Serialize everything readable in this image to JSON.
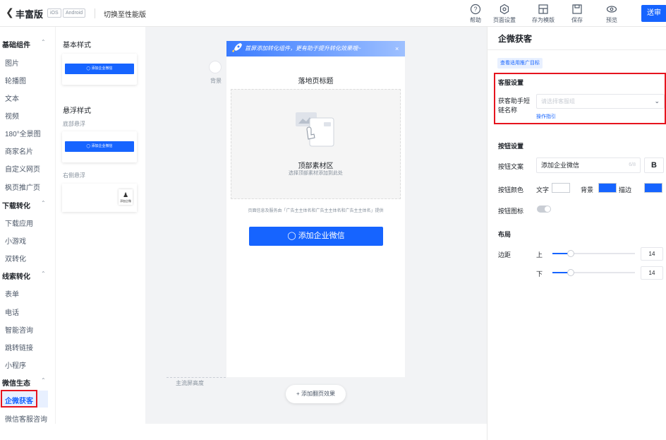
{
  "topbar": {
    "back_icon": "chevron-left-icon",
    "app_title": "丰富版",
    "os_tags": [
      "iOS",
      "Android"
    ],
    "switch_label": "切换至性能版",
    "tools": [
      {
        "icon": "help-icon",
        "label": "帮助"
      },
      {
        "icon": "page-settings-icon",
        "label": "页面设置"
      },
      {
        "icon": "template-icon",
        "label": "存为模版"
      },
      {
        "icon": "save-icon",
        "label": "保存"
      },
      {
        "icon": "eye-icon",
        "label": "预览"
      }
    ],
    "publish_label": "送审"
  },
  "nav": {
    "groups": [
      {
        "label": "基础组件",
        "items": [
          "图片",
          "轮播图",
          "文本",
          "视频",
          "180°全景图",
          "商家名片",
          "自定义网页",
          "枫页推广页"
        ]
      },
      {
        "label": "下载转化",
        "items": [
          "下载应用",
          "小游戏",
          "双转化"
        ]
      },
      {
        "label": "线索转化",
        "items": [
          "表单",
          "电话",
          "智能咨询",
          "跳转链接",
          "小程序"
        ]
      },
      {
        "label": "微信生态",
        "items": [
          "企微获客",
          "微信客服咨询"
        ]
      }
    ],
    "active_item": "企微获客"
  },
  "styles_panel": {
    "basic_title": "基本样式",
    "basic_button": "添加企业微信",
    "float_title": "悬浮样式",
    "bottom_float": "底部悬浮",
    "bottom_button": "添加企业微信",
    "right_float": "右侧悬浮",
    "right_button": "添加企微"
  },
  "canvas": {
    "bg_label": "背景",
    "banner_text": "首屏添加转化组件，更有助于提升转化效果哦~",
    "banner_close": "×",
    "page_title": "落地页标题",
    "material_title": "顶部素材区",
    "material_sub": "选择顶部素材添加到此处",
    "footnote": "页面信息及服务由「广告主主体名和广告主主体名和广告主主体名」提供",
    "wx_button": "添加企业微信",
    "fold_label": "主流屏高度",
    "add_flip": "+ 添加翻页效果"
  },
  "right_panel": {
    "title": "企微获客",
    "target_tag": "查看适用推广目标",
    "service_section": "客服设置",
    "short_link_label": "获客助手短链名称",
    "short_link_placeholder": "请选择客服组",
    "guide_link": "操作指引",
    "button_section": "按钮设置",
    "button_text_label": "按钮文案",
    "button_text_value": "添加企业微信",
    "button_text_count": "6/8",
    "bold_label": "B",
    "button_color_label": "按钮颜色",
    "text_color_label": "文字",
    "bg_color_label": "背景",
    "border_color_label": "描边",
    "colors": {
      "text": "#ffffff",
      "bg": "#1664ff",
      "border": "#1664ff"
    },
    "button_icon_label": "按钮图标",
    "button_icon_on": false,
    "layout_section": "布局",
    "margin_label": "边距",
    "top_label": "上",
    "bottom_label": "下",
    "margin_top": 14,
    "margin_bottom": 14,
    "margin_max": 64
  },
  "colors": {
    "accent": "#1664ff",
    "highlight": "#e6141e"
  }
}
